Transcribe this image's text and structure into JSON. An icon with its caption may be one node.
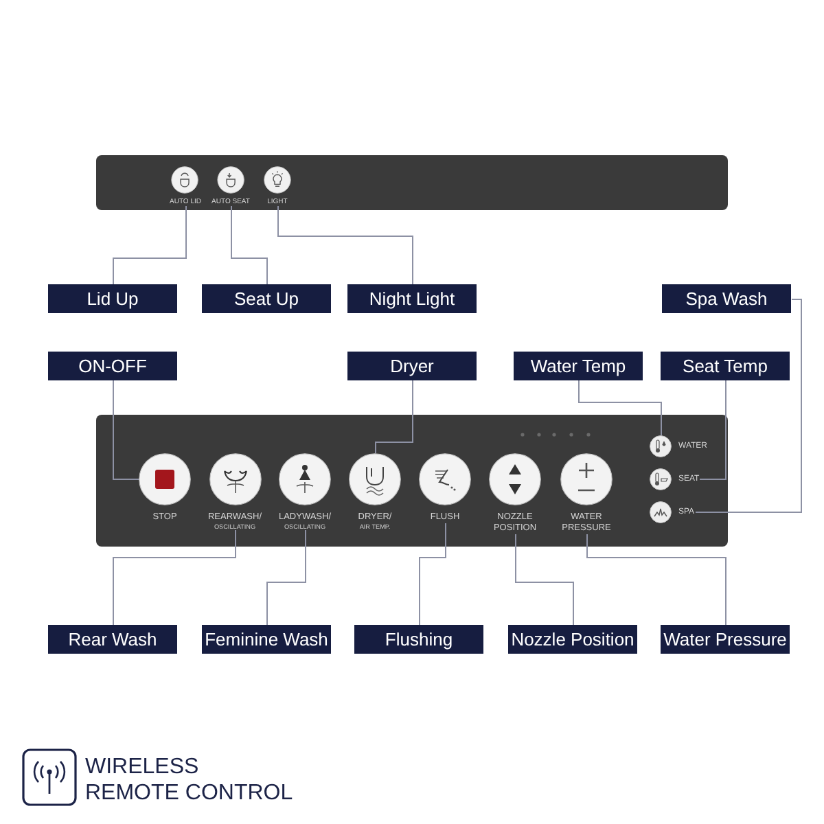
{
  "diagram": {
    "title": "WIRELESS REMOTE CONTROL",
    "nodes": [
      {
        "text": [],
        "shape": "box"
      },
      {
        "text": [
          "AUTO LID"
        ],
        "in": 0
      },
      {
        "text": [
          "AUTO SEAT"
        ],
        "in": 0
      },
      {
        "text": [
          "LIGHT"
        ],
        "in": 0
      },
      {
        "text": [
          "Lid Up"
        ]
      },
      {
        "text": [
          "Seat Up"
        ]
      },
      {
        "text": [
          "Night Light"
        ]
      },
      {
        "text": [
          "Spa Wash"
        ]
      },
      {
        "text": [
          "ON-OFF"
        ]
      },
      {
        "text": [
          "Dryer"
        ]
      },
      {
        "text": [
          "Water Temp"
        ]
      },
      {
        "text": [
          "Seat Temp"
        ]
      },
      {
        "text": [],
        "shape": "box"
      },
      {
        "text": [
          "STOP"
        ],
        "in": 12
      },
      {
        "text": [
          "REARWASH/",
          "OSCILLATING"
        ],
        "in": 12
      },
      {
        "text": [
          "LADYWASH/",
          "OSCILLATING"
        ],
        "in": 12
      },
      {
        "text": [
          "DRYER/",
          "AIR TEMP."
        ],
        "in": 12
      },
      {
        "text": [
          "FLUSH"
        ],
        "in": 12
      },
      {
        "text": [
          "NOZZLE POSITION"
        ],
        "in": 12
      },
      {
        "text": [
          "WATER PRESSURE"
        ],
        "in": 12
      },
      {
        "text": [
          "WATER"
        ],
        "in": 12
      },
      {
        "text": [
          "SEAT"
        ],
        "in": 12
      },
      {
        "text": [
          "SPA"
        ],
        "in": 12
      },
      {
        "text": [
          "Rear Wash"
        ]
      },
      {
        "text": [
          "Feminine Wash"
        ]
      },
      {
        "text": [
          "Flushing"
        ]
      },
      {
        "text": [
          "Nozzle Position"
        ]
      },
      {
        "text": [
          "Water Pressure"
        ]
      }
    ],
    "edges": [
      {
        "from": 4,
        "to": 1,
        "arrow": "none"
      },
      {
        "from": 5,
        "to": 2,
        "arrow": "none"
      },
      {
        "from": 6,
        "to": 3,
        "arrow": "none"
      },
      {
        "from": 7,
        "to": 22,
        "arrow": "none"
      },
      {
        "from": 8,
        "to": 13,
        "arrow": "none"
      },
      {
        "from": 9,
        "to": 16,
        "arrow": "none"
      },
      {
        "from": 10,
        "to": 20,
        "arrow": "none"
      },
      {
        "from": 11,
        "to": 21,
        "arrow": "none"
      },
      {
        "from": 23,
        "to": 14,
        "arrow": "none"
      },
      {
        "from": 24,
        "to": 15,
        "arrow": "none"
      },
      {
        "from": 25,
        "to": 17,
        "arrow": "none"
      },
      {
        "from": 26,
        "to": 18,
        "arrow": "none"
      },
      {
        "from": 27,
        "to": 19,
        "arrow": "none"
      }
    ]
  }
}
